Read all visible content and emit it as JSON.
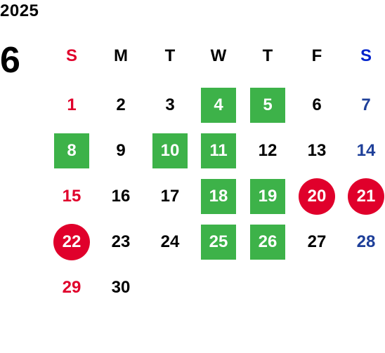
{
  "header": {
    "year": "2025",
    "month": "6"
  },
  "colors": {
    "sunday": "#e0002b",
    "saturday_header": "#0022cc",
    "saturday_date": "#1e3f99",
    "weekday": "#000000",
    "highlight_green": "#3db249",
    "highlight_red": "#e0002b",
    "on_highlight": "#ffffff"
  },
  "weekdays": [
    "S",
    "M",
    "T",
    "W",
    "T",
    "F",
    "S"
  ],
  "weeks": [
    [
      null,
      null,
      null,
      null,
      null,
      null,
      null
    ],
    [
      {
        "day": "1",
        "hl": "none"
      },
      {
        "day": "2",
        "hl": "none"
      },
      {
        "day": "3",
        "hl": "none"
      },
      {
        "day": "4",
        "hl": "green"
      },
      {
        "day": "5",
        "hl": "green"
      },
      {
        "day": "6",
        "hl": "none"
      },
      {
        "day": "7",
        "hl": "none"
      }
    ],
    [
      {
        "day": "8",
        "hl": "green"
      },
      {
        "day": "9",
        "hl": "none"
      },
      {
        "day": "10",
        "hl": "green"
      },
      {
        "day": "11",
        "hl": "green"
      },
      {
        "day": "12",
        "hl": "none"
      },
      {
        "day": "13",
        "hl": "none"
      },
      {
        "day": "14",
        "hl": "none"
      }
    ],
    [
      {
        "day": "15",
        "hl": "none"
      },
      {
        "day": "16",
        "hl": "none"
      },
      {
        "day": "17",
        "hl": "none"
      },
      {
        "day": "18",
        "hl": "green"
      },
      {
        "day": "19",
        "hl": "green"
      },
      {
        "day": "20",
        "hl": "red"
      },
      {
        "day": "21",
        "hl": "red"
      }
    ],
    [
      {
        "day": "22",
        "hl": "red"
      },
      {
        "day": "23",
        "hl": "none"
      },
      {
        "day": "24",
        "hl": "none"
      },
      {
        "day": "25",
        "hl": "green"
      },
      {
        "day": "26",
        "hl": "green"
      },
      {
        "day": "27",
        "hl": "none"
      },
      {
        "day": "28",
        "hl": "none"
      }
    ],
    [
      {
        "day": "29",
        "hl": "none"
      },
      {
        "day": "30",
        "hl": "none"
      },
      null,
      null,
      null,
      null,
      null
    ]
  ]
}
